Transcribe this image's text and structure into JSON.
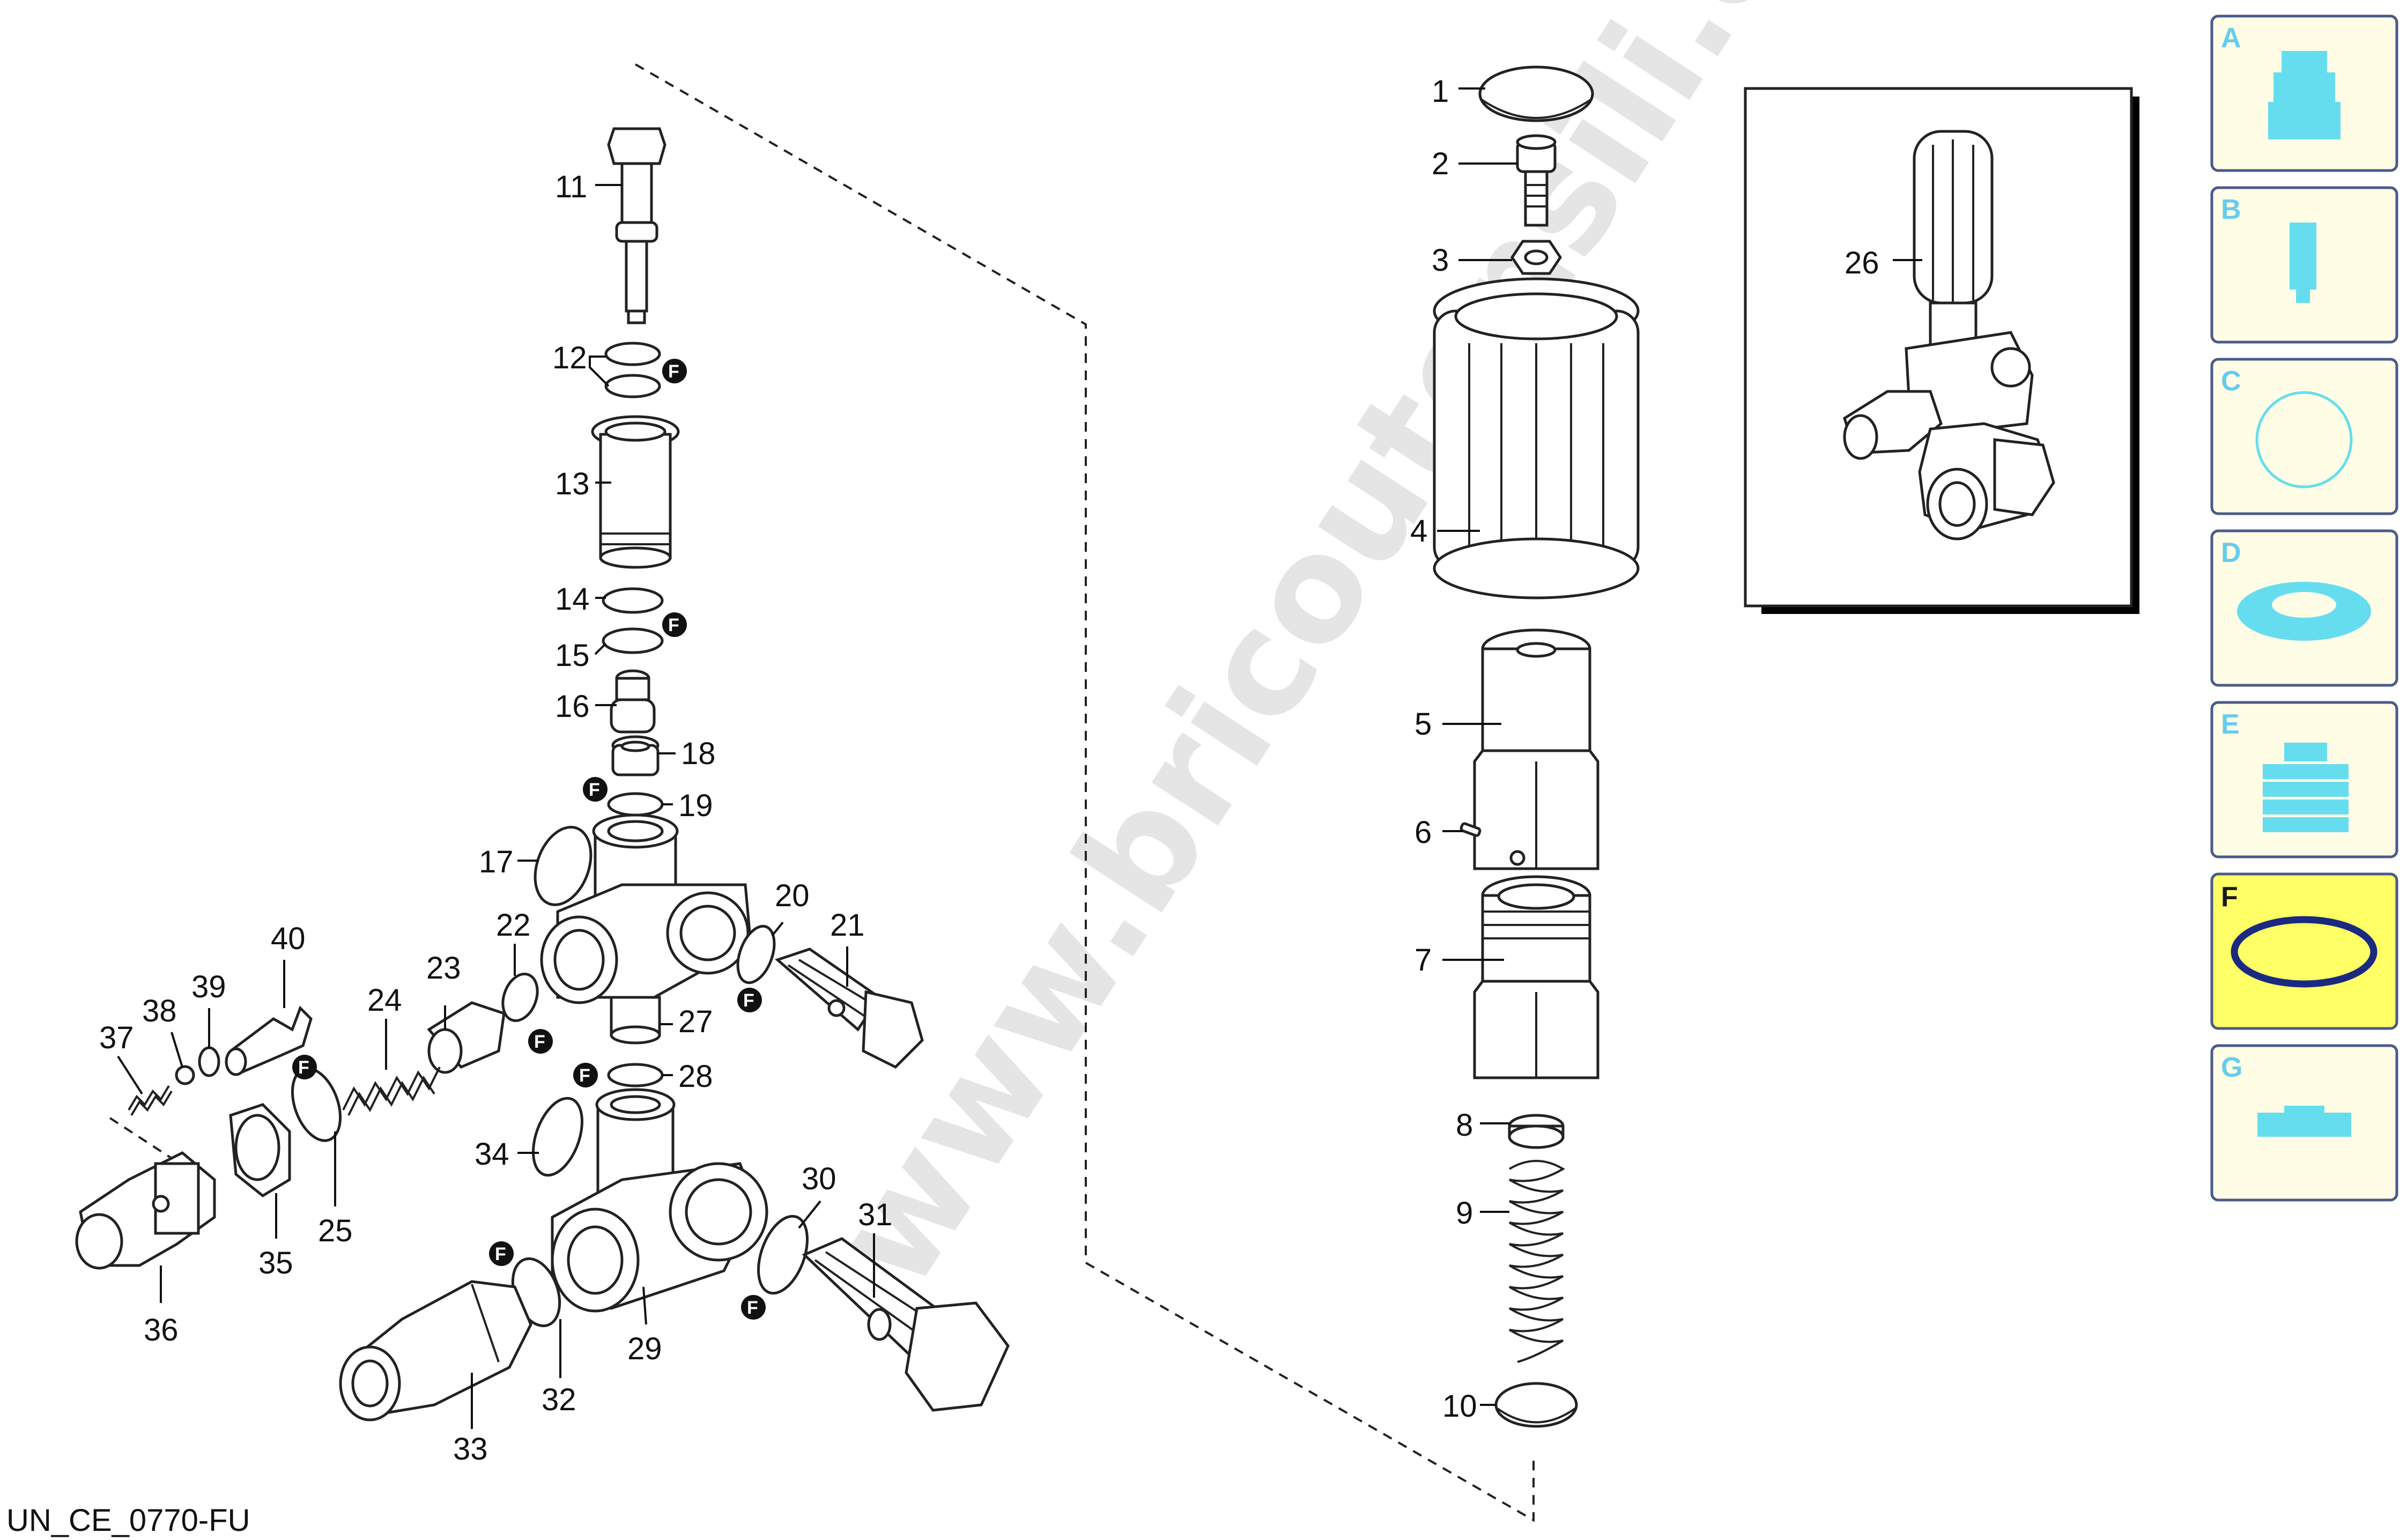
{
  "watermark": "www.bricoutensili.com",
  "diagram_code": "UN_CE_0770-FU",
  "part_labels": [
    "1",
    "2",
    "3",
    "4",
    "5",
    "6",
    "7",
    "8",
    "9",
    "10",
    "11",
    "12",
    "13",
    "14",
    "15",
    "16",
    "17",
    "18",
    "19",
    "20",
    "21",
    "22",
    "23",
    "24",
    "25",
    "26",
    "27",
    "28",
    "29",
    "30",
    "31",
    "32",
    "33",
    "34",
    "35",
    "36",
    "37",
    "38",
    "39",
    "40"
  ],
  "badge_letter": "F",
  "category_tabs": [
    {
      "letter": "A",
      "icon": "nozzle-icon",
      "selected": false
    },
    {
      "letter": "B",
      "icon": "pin-icon",
      "selected": false
    },
    {
      "letter": "C",
      "icon": "ring-icon",
      "selected": false
    },
    {
      "letter": "D",
      "icon": "seal-icon",
      "selected": false
    },
    {
      "letter": "E",
      "icon": "stacked-seal-icon",
      "selected": false
    },
    {
      "letter": "F",
      "icon": "o-ring-icon",
      "selected": true
    },
    {
      "letter": "G",
      "icon": "flat-gasket-icon",
      "selected": false
    }
  ],
  "colors": {
    "tab_bg": "#fffde6",
    "tab_selected_bg": "#ffff66",
    "tab_border": "#4a5a8a",
    "tab_icon": "#66ddee",
    "tab_letter": "#66ccee",
    "selected_icon": "#1a2a80"
  }
}
